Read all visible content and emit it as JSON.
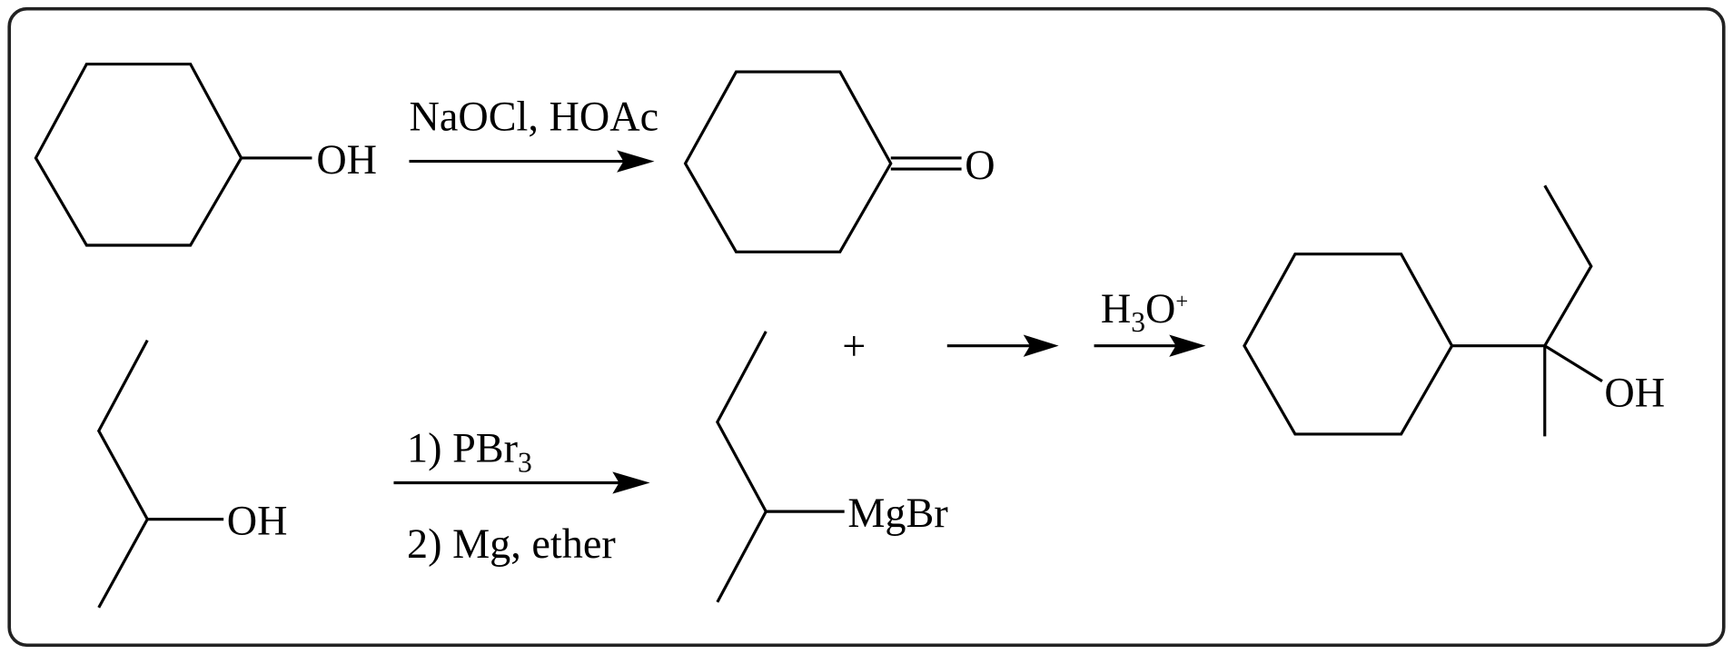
{
  "scheme": {
    "reaction1": {
      "reactant_label": "OH",
      "reagents": "NaOCl, HOAc",
      "product_label": "O"
    },
    "reaction2": {
      "reactant_label": "OH",
      "step1": "1) PBr",
      "step1_sub": "3",
      "step2": "2) Mg, ether",
      "product_label": "MgBr"
    },
    "combine": {
      "plus": "+",
      "workup_h": "H",
      "workup_sub": "3",
      "workup_o": "O",
      "workup_sup": "+",
      "product_label": "OH"
    }
  }
}
